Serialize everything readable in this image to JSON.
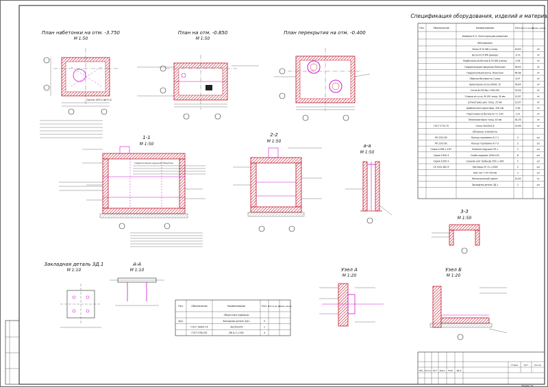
{
  "views": {
    "plan1": {
      "title": "План набетонки на отм. -3.750",
      "scale": "М 1:50"
    },
    "plan2": {
      "title": "План на отм. -0.850",
      "scale": "М 1:50"
    },
    "plan3": {
      "title": "План перекрытия на отм. -0.400",
      "scale": ""
    },
    "s11": {
      "title": "1-1",
      "scale": "М 1:50"
    },
    "s22": {
      "title": "2-2",
      "scale": "М 1:50"
    },
    "saa": {
      "title": "а-а",
      "scale": "М 1:50"
    },
    "s33": {
      "title": "3-3",
      "scale": "М 1:50"
    },
    "embed": {
      "title": "Закладная деталь ЗД.1",
      "scale": "М 1:10"
    },
    "aa": {
      "title": "А-А",
      "scale": "М 1:10"
    },
    "nodeA": {
      "title": "Узел А",
      "scale": "М 1:20"
    },
    "nodeB": {
      "title": "Узел Б",
      "scale": "М 1:20"
    }
  },
  "spec": {
    "title": "Спецификация оборудования, изделий и материалов",
    "headers": [
      "Поз.",
      "Обозначение",
      "Наименование",
      "Кол.",
      "Масса ед. кг",
      "Приме-чание"
    ],
    "section1": "Камера К-2. Конструкции решения",
    "section2": "Материалы",
    "section3": "Сборные элементы",
    "rows": [
      {
        "oboz": "",
        "name": "Бетон В 25 W6 (стены)",
        "qty": "18,63",
        "unit": "м³"
      },
      {
        "oboz": "",
        "name": "Бетон В 25 W6 (днище)",
        "qty": "3,73",
        "unit": "м³"
      },
      {
        "oboz": "",
        "name": "Подбетонка из бетона В 25 W6 (стены)",
        "qty": "0,56",
        "unit": "м³"
      },
      {
        "oboz": "",
        "name": "Гидроизоляция наружная Пенетрон",
        "qty": "56,49",
        "unit": "м²"
      },
      {
        "oboz": "",
        "name": "Гидроизоляция внутр. Пенетрон",
        "qty": "46,38",
        "unit": "м²"
      },
      {
        "oboz": "",
        "name": "Обмазка битумом за 2 раза",
        "qty": "6,97",
        "unit": "м²"
      },
      {
        "oboz": "",
        "name": "Арматурная сетка А500С 10",
        "qty": "78,44",
        "unit": "м²"
      },
      {
        "oboz": "",
        "name": "Сетка Ф-200 Вр-I 100x100",
        "qty": "23,04",
        "unit": "м²"
      },
      {
        "oboz": "",
        "name": "Стяжка из ц.п.р. М-150 толщ. 30 мм",
        "qty": "12,67",
        "unit": "м²"
      },
      {
        "oboz": "",
        "name": "Штукатурка цем. толщ. 25 мм",
        "qty": "13,97",
        "unit": "м²"
      },
      {
        "oboz": "",
        "name": "Щебеночная подготовка -200 мм",
        "qty": "2,46",
        "unit": "м³"
      },
      {
        "oboz": "",
        "name": "Подготовка из бетона В 7,5 -100",
        "qty": "1,31",
        "unit": "м³"
      },
      {
        "oboz": "",
        "name": "Пенополистирол толщ. 40 мм",
        "qty": "34,78",
        "unit": "м²"
      },
      {
        "oboz": "ГОСТ 2715-75",
        "name": "Сетка 20х20х1,6",
        "qty": "15,96",
        "unit": "м²"
      },
      {
        "oboz": "РК 2201-82",
        "name": "Кольцо горловины К-7-1",
        "qty": "2",
        "unit": "шт"
      },
      {
        "oboz": "РК 2201-82",
        "name": "Кольцо горловины К-7-3",
        "qty": "2",
        "unit": "шт"
      },
      {
        "oboz": "Серия 3.006.1-2.87",
        "name": "Опорная подушка ОП-1",
        "qty": "2",
        "unit": "шт"
      },
      {
        "oboz": "Серия 3.900-3",
        "name": "Скобы ходовые 1000x125",
        "qty": "8",
        "unit": "шт"
      },
      {
        "oboz": "Серия 3.900-3",
        "name": "Сальник для трубы Ду 200 L=300",
        "qty": "2",
        "unit": "шт"
      },
      {
        "oboz": "СК 2201-88.75",
        "name": "Лестница ЛГ-3 L=2000",
        "qty": "2",
        "unit": "шт"
      },
      {
        "oboz": "",
        "name": "Люк тип Т ЛЧ 700 мм",
        "qty": "2",
        "unit": "шт"
      },
      {
        "oboz": "",
        "name": "Металлический прокат",
        "qty": "10,44",
        "unit": "кг"
      },
      {
        "oboz": "",
        "name": "Закладная деталь ЗД.1",
        "qty": "2",
        "unit": "шт"
      }
    ]
  },
  "embed_spec": {
    "headers": [
      "Поз.",
      "Обозначение",
      "Наименование",
      "Кол.",
      "Масса ед. кг",
      "Приме-чание"
    ],
    "section": "Сборочные единицы",
    "rows": [
      {
        "pos": "ЗД.1",
        "oboz": "",
        "name": "Закладная деталь ЗД.1",
        "qty": "5",
        "mass": ""
      },
      {
        "pos": "",
        "oboz": "ГОСТ 19903-74",
        "name": "-6х150х150",
        "qty": "1",
        "mass": ""
      },
      {
        "pos": "",
        "oboz": "ГОСТ 5781-82",
        "name": "Ø8 А-I L=200",
        "qty": "4",
        "mass": ""
      }
    ]
  },
  "stamp": {
    "format": "Формат А1",
    "cols": [
      "Изм.",
      "Кол.уч",
      "Лист",
      "№док.",
      "Подп.",
      "Дата"
    ],
    "stage": "Стадия",
    "sheet": "Лист",
    "sheets": "Листов"
  },
  "notes": {
    "n1": "Грунты: ИГЭ-2 (ИГЭ-3)",
    "n2": "Гидроизоляция наружная Пенетрон",
    "n3": "Пенополистирол толщ. 40",
    "n4": "Бетонная подготовка В 7,5",
    "n5": "Щебеночная подготовка",
    "n6": "Люк",
    "n7": "Скобы ходовые"
  },
  "colors": {
    "wall": "#c0162b",
    "pipe": "#d10fd6",
    "line": "#222222"
  }
}
